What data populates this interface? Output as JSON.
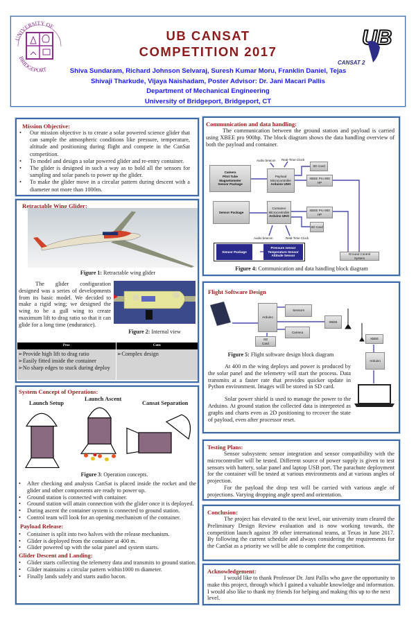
{
  "header": {
    "title_line1": "UB CANSAT",
    "title_line2": "COMPETITION 2017",
    "authors_line1": "Shiva Sundaram, Richard Johnson Selvaraj, Suresh Kumar Moru, Franklin Daniel, Tejas",
    "authors_line2": "Shivaji Tharkude, Vijaya Naishadam, Poster Advisor: Dr. Jani Macari Pallis",
    "department": "Department of Mechanical Engineering",
    "university": "University of Bridgeport, Bridgeport, CT",
    "left_logo_text": "UNIVERSITY OF BRIDGEPORT",
    "right_logo_text": "UB CANSAT 2",
    "title_color": "#8b1a1a",
    "authors_color": "#1a1aff"
  },
  "mission": {
    "heading": "Mission Objective:",
    "bullets": [
      "Our mission objective is to create a solar powered science glider that can sample the atmospheric conditions like pressure, temperature, altitude and positioning  during flight and compete in the CanSat competition.",
      "To model and design a solar powered glider and re-entry container.",
      "The glider is designed in such a way as to hold all the sensors for sampling and solar panels to power up the glider.",
      "To make the glider move in a circular pattern during descent with a diameter not more than 1000m."
    ]
  },
  "wing": {
    "heading": "Retractable Wing Glider:",
    "fig1_label": "Figure 1:",
    "fig1_text": "Retractable wing glider",
    "body": "The glider configuration designed was a series of developments from its basic model. We decided to make a rigid wing; we designed the wing to be a gull wing to create maximum lift to drag ratio so that it can glide for a long time (endurance).",
    "fig2_label": "Figure 2:",
    "fig2_text": "Internal view",
    "table": {
      "headers": [
        "Pros",
        "Cons"
      ],
      "pros": [
        "Provide high lift to drag ratio",
        "Easily fitted inside the container",
        "No sharp edges to stuck during deploy"
      ],
      "cons": [
        "Complex design"
      ]
    }
  },
  "concept": {
    "heading": "System Concept of Operations:",
    "stage1": "Launch Setup",
    "stage2": "Launch Ascent",
    "stage3": "Cansat Separation",
    "fig3_label": "Figure 3",
    "fig3_text": ": Operation concepts.",
    "bullets": [
      "After checking and analysis CanSat is placed inside the rocket and the glider and other components are ready to power up.",
      "Ground station is connected with container.",
      "Ground station will attain connection with the glider once it is deployed.",
      "During ascent the container system is connected to ground station.",
      "Control team will look for an opening mechanism of the container."
    ],
    "payload_heading": "Payload Release:",
    "payload_bullets": [
      "Container is split into two halves with the release mechanism.",
      "Glider is deployed from the container at 400 m.",
      "Glider powered up with the solar panel and system starts."
    ],
    "descent_heading": "Glider Descent and Landing:",
    "descent_bullets": [
      "Glider starts collecting the telemetry data and transmits to ground station.",
      "Glider maintains a circular pattern within1000 m diameter.",
      "Finally lands safely and starts audio bacon."
    ]
  },
  "comm": {
    "heading": "Communication and data handling:",
    "body": "The communication between the ground station and payload is carried using XBEE pro 900hp. The block diagram shows the data handling overview of both the payload and container.",
    "diagram": {
      "payload_sensors": [
        "Camera",
        "Pitot Tube",
        "Magnetometer",
        "Sensor Package"
      ],
      "payload_mc": [
        "Payload",
        "Microcontroller",
        "Arduino UNO"
      ],
      "container_sensors": "Sensor Package",
      "container_mc": [
        "Container",
        "Microcontroller",
        "Arduino UNO"
      ],
      "sd_card": "SD Card",
      "xbee": [
        "XBEE Pro 900",
        "HP"
      ],
      "audio_beacon": "Audio beacon",
      "rtc": "Real-Time Clock",
      "ground": [
        "Ground Control",
        "System"
      ],
      "legend_left": "Sensor Package",
      "legend_right": [
        "Pressure sensor",
        "Temperature Sensor",
        "Altitude Sensor"
      ]
    },
    "fig4_label": "Figure 4:",
    "fig4_text": "Communication and data handling block diagram"
  },
  "software": {
    "heading": "Flight Software Design",
    "diagram": {
      "arduino": "Arduino",
      "sensors": "Sensors",
      "xbee": "XBEE",
      "camera": "Camera",
      "sd": [
        "SD",
        "Card"
      ],
      "ground_xbee": "XBEE",
      "ground_arduino": "Arduino"
    },
    "fig5_label": "Figure 5:",
    "fig5_text": "Flight software design block diagram",
    "para1": "At 400 m the wing deploys and power is produced by the solar panel and the telemetry will start the process. Data transmits at a faster rate that provides quicker update in Python environment. Images will be stored in SD card.",
    "para2": "Solar power shield is used to manage the power to the Arduino. At ground station the collected data is interpreted as graphs and charts even as 2D positioning to recover the state of payload, even after processor reset."
  },
  "testing": {
    "heading": "Testing Plans:",
    "para1": "Sensor subsystem: sensor integration and sensor compatibility with the microcontroller will be tested. Different source of power supply is given to test sensors with battery, solar panel and laptop USB port. The parachute deployment for the container will be tested at various environments and at various angles of projection.",
    "para2": "For the payload the drop test will be carried with various angle of projections. Varying dropping angle speed and orientation."
  },
  "conclusion": {
    "heading": "Conclusion:",
    "body": "The project has elevated to the next level, our university team cleared the Preliminary Design Review evaluation and is now working towards, the competition launch against 39 other international teams, at Texas in June 2017. By following the current schedule and always considering the requirements for the CanSat as a priority we will be able to complete the competition."
  },
  "ack": {
    "heading": "Acknowledgement:",
    "body": "I would like to thank Professor Dr. Jani Pallis who gave the opportunity to make this project, through which I gained a valuable knowledge and information. I would also like to thank my friends for helping and making this up to the next level."
  },
  "colors": {
    "border": "#3d6aa8",
    "heading": "#9b1c1c",
    "diagram_accent": "#2a2a8c"
  }
}
